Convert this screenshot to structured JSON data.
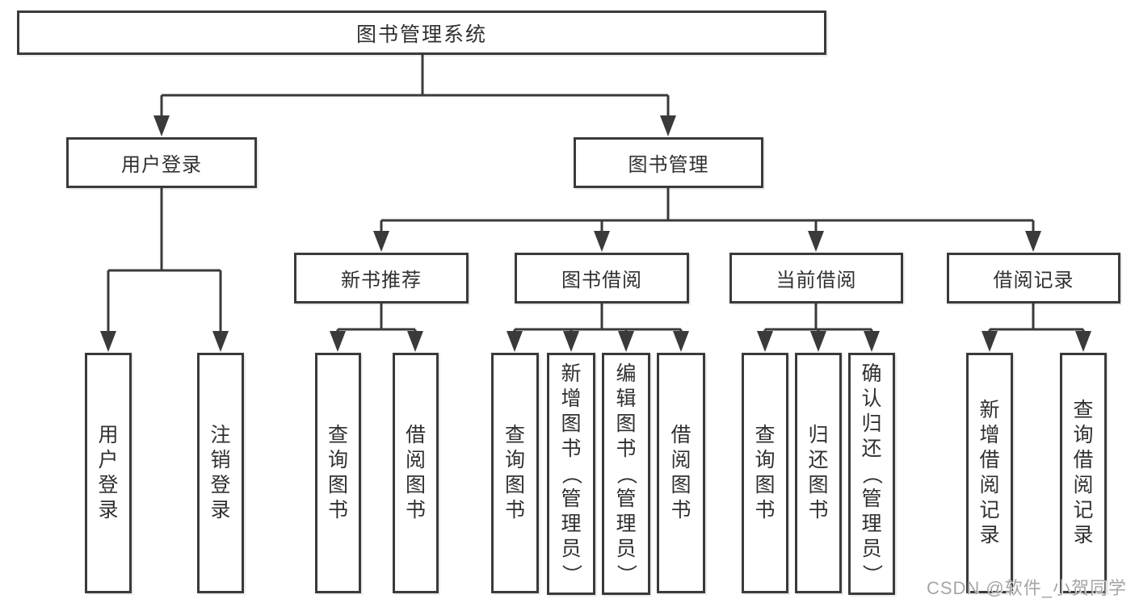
{
  "diagram": {
    "root": {
      "label": "图书管理系统"
    },
    "level2": [
      {
        "label": "用户登录",
        "children": [
          {
            "label": "用户登录"
          },
          {
            "label": "注销登录"
          }
        ]
      },
      {
        "label": "图书管理",
        "children": [
          {
            "label": "新书推荐",
            "children": [
              {
                "label": "查询图书"
              },
              {
                "label": "借阅图书"
              }
            ]
          },
          {
            "label": "图书借阅",
            "children": [
              {
                "label": "查询图书"
              },
              {
                "label": "新增图书（管理员）"
              },
              {
                "label": "编辑图书（管理员）"
              },
              {
                "label": "借阅图书"
              }
            ]
          },
          {
            "label": "当前借阅",
            "children": [
              {
                "label": "查询图书"
              },
              {
                "label": "归还图书"
              },
              {
                "label": "确认归还（管理员）"
              }
            ]
          },
          {
            "label": "借阅记录",
            "children": [
              {
                "label": "新增借阅记录"
              },
              {
                "label": "查询借阅记录"
              }
            ]
          }
        ]
      }
    ]
  },
  "watermark": {
    "text": "CSDN @软件_小贺同学"
  },
  "colors": {
    "line": "#3a3a3a",
    "text": "#303030",
    "background": "#ffffff",
    "watermark": "#9b9b9e"
  }
}
